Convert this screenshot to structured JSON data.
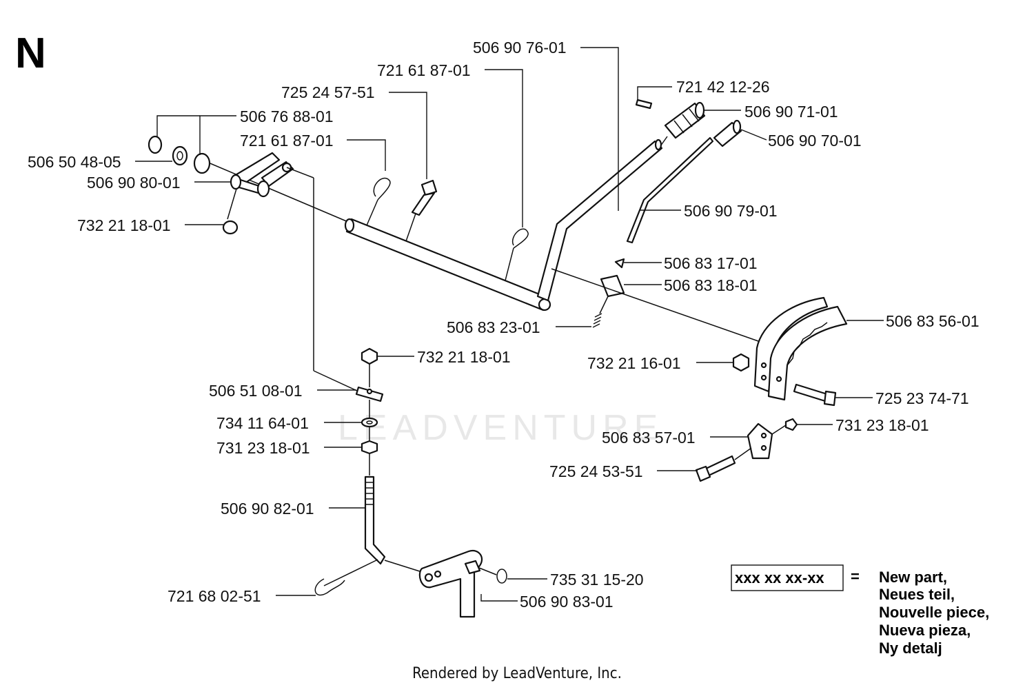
{
  "section": {
    "letter": "N"
  },
  "parts": [
    {
      "id": "p1",
      "number": "506 90 76-01"
    },
    {
      "id": "p2",
      "number": "721 61 87-01"
    },
    {
      "id": "p3",
      "number": "725 24 57-51"
    },
    {
      "id": "p4",
      "number": "721 42 12-26"
    },
    {
      "id": "p5",
      "number": "506 76 88-01"
    },
    {
      "id": "p6",
      "number": "506 90 71-01"
    },
    {
      "id": "p7",
      "number": "721 61 87-01"
    },
    {
      "id": "p8",
      "number": "506 90 70-01"
    },
    {
      "id": "p9",
      "number": "506 50 48-05"
    },
    {
      "id": "p10",
      "number": "506 90 80-01"
    },
    {
      "id": "p11",
      "number": "506 90 79-01"
    },
    {
      "id": "p12",
      "number": "732 21 18-01"
    },
    {
      "id": "p13",
      "number": "506 83 17-01"
    },
    {
      "id": "p14",
      "number": "506 83 18-01"
    },
    {
      "id": "p15",
      "number": "506 83 56-01"
    },
    {
      "id": "p16",
      "number": "506 83 23-01"
    },
    {
      "id": "p17",
      "number": "732 21 18-01"
    },
    {
      "id": "p18",
      "number": "732 21 16-01"
    },
    {
      "id": "p19",
      "number": "506 51 08-01"
    },
    {
      "id": "p20",
      "number": "725 23 74-71"
    },
    {
      "id": "p21",
      "number": "734 11 64-01"
    },
    {
      "id": "p22",
      "number": "731 23 18-01"
    },
    {
      "id": "p23",
      "number": "506 83 57-01"
    },
    {
      "id": "p24",
      "number": "731 23 18-01"
    },
    {
      "id": "p25",
      "number": "725 24 53-51"
    },
    {
      "id": "p26",
      "number": "506 90 82-01"
    },
    {
      "id": "p27",
      "number": "735 31 15-20"
    },
    {
      "id": "p28",
      "number": "721 68 02-51"
    },
    {
      "id": "p29",
      "number": "506 90 83-01"
    }
  ],
  "legend": {
    "sample": "xxx xx xx-xx",
    "equals": "=",
    "lines": [
      "New part,",
      "Neues teil,",
      "Nouvelle piece,",
      "Nueva pieza,",
      "Ny detalj"
    ]
  },
  "watermark": "LEADVENTURE",
  "footer": "Rendered by LeadVenture, Inc."
}
